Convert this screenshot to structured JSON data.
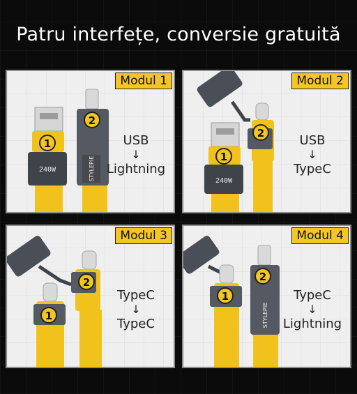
{
  "headline": "Patru interfețe, conversie gratuită",
  "arrow": "↓",
  "panels": [
    {
      "badge": "Modul 1",
      "from": "USB",
      "to": "Lightning",
      "markers": [
        "1",
        "2"
      ]
    },
    {
      "badge": "Modul 2",
      "from": "USB",
      "to": "TypeC",
      "markers": [
        "1",
        "2"
      ]
    },
    {
      "badge": "Modul 3",
      "from": "TypeC",
      "to": "TypeC",
      "markers": [
        "1",
        "2"
      ]
    },
    {
      "badge": "Modul 4",
      "from": "TypeC",
      "to": "Lightning",
      "markers": [
        "1",
        "2"
      ]
    }
  ],
  "colors": {
    "cable": "#f2c21c",
    "badge": "#f3c623",
    "housing": "#454a52",
    "metal": "#cfcfcf",
    "marker": "#f3c623"
  },
  "product": {
    "brand": "STYLEPIE",
    "power": "240W"
  }
}
